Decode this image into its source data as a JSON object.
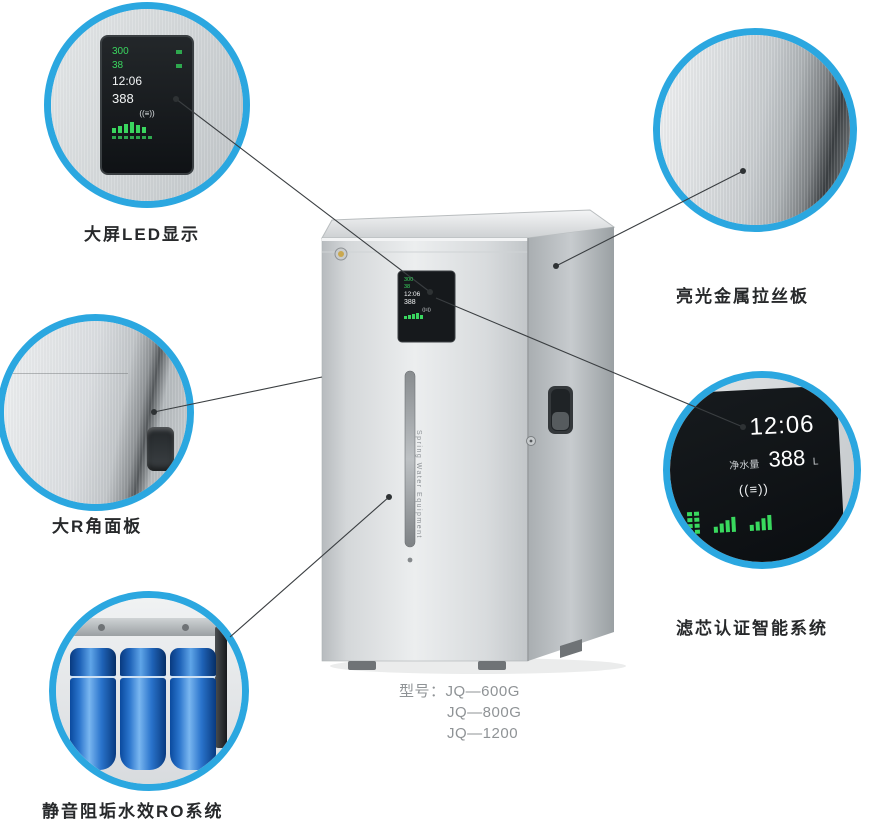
{
  "callouts": {
    "led": {
      "label": "大屏LED显示"
    },
    "metal": {
      "label": "亮光金属拉丝板"
    },
    "r_angle": {
      "label": "大R角面板"
    },
    "smart": {
      "label": "滤芯认证智能系统"
    },
    "ro": {
      "label": "静音阻垢水效RO系统"
    }
  },
  "display": {
    "row1": "300",
    "row2": "38",
    "time": "12:06",
    "flow_label": "净水量",
    "value": "388",
    "unit": "L",
    "signal_icon": "((≡))"
  },
  "machine": {
    "side_text": "Spring Water Equipment"
  },
  "models": {
    "prefix": "型号：",
    "m1": "JQ—600G",
    "m2": "JQ—800G",
    "m3": "JQ—1200"
  },
  "colors": {
    "accent_blue": "#2BA7E0",
    "led_green": "#3AD65F",
    "panel_black": "#0c0f12"
  }
}
